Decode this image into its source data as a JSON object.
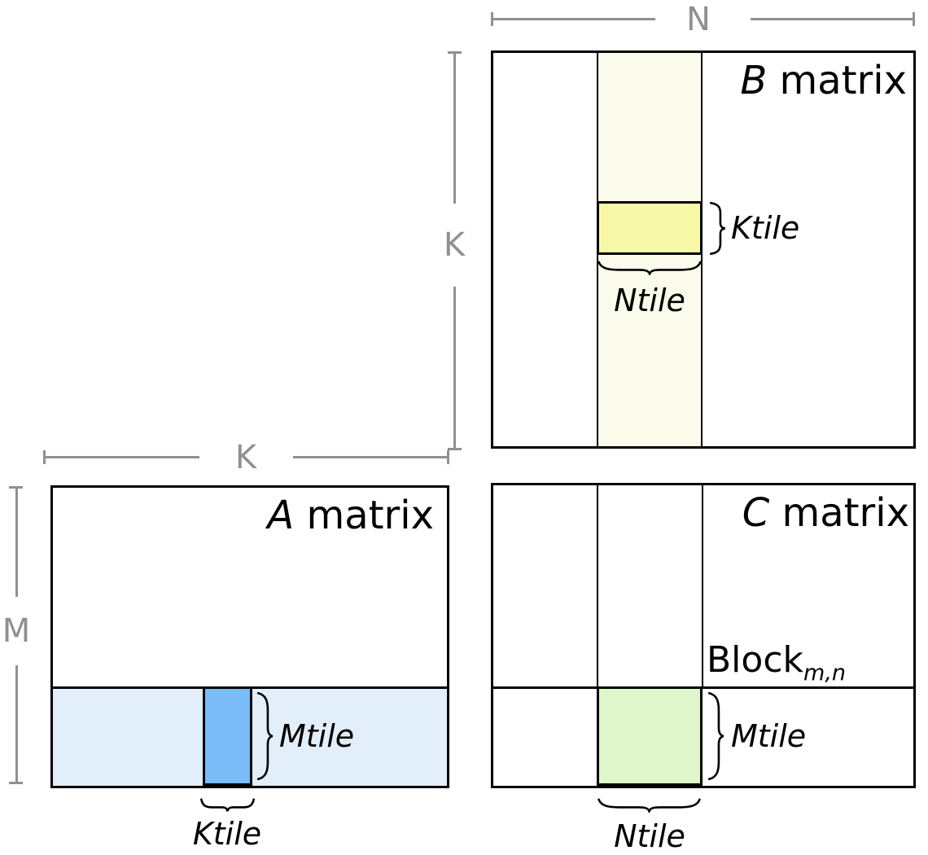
{
  "dims": {
    "n": "N",
    "k_b": "K",
    "k_a": "K",
    "m": "M"
  },
  "matrices": {
    "b": {
      "letter": "B",
      "word": " matrix"
    },
    "a": {
      "letter": "A",
      "word": " matrix"
    },
    "c": {
      "letter": "C",
      "word": " matrix"
    }
  },
  "labels": {
    "b_ktile": "Ktile",
    "b_ntile": "Ntile",
    "a_mtile": "Mtile",
    "a_ktile": "Ktile",
    "c_mtile": "Mtile",
    "c_ntile": "Ntile",
    "c_block": "Block",
    "c_block_sub": "m,n"
  },
  "colors": {
    "b_strip": "#fbfbec",
    "b_tile": "#f8f8a9",
    "a_strip": "#e3eefb",
    "a_tile": "#79bcf8",
    "c_tile": "#dff6cb",
    "dim_line": "#909090",
    "border": "#000000"
  }
}
